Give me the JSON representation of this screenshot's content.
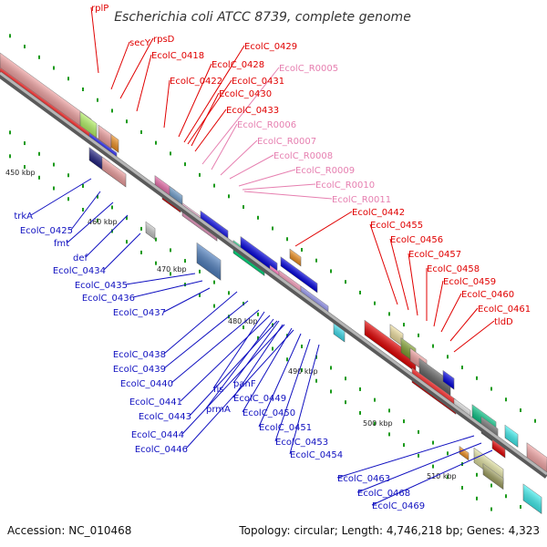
{
  "title": "Escherichia coli ATCC 8739, complete genome",
  "accession": "Accession: NC_010468",
  "topology": "Topology: circular; Length: 4,746,218 bp; Genes: 4,323",
  "colors": {
    "red": "#e00000",
    "pink": "#e67fb0",
    "blue": "#1010c0",
    "backbone": "#888888"
  },
  "ticks": [
    "450 kbp",
    "460 kbp",
    "470 kbp",
    "480 kbp",
    "490 kbp",
    "500 kbp",
    "510 kbp"
  ],
  "labels_red": [
    "rplP",
    "secY",
    "rpsD",
    "EcolC_0418",
    "EcolC_0422",
    "EcolC_0428",
    "EcolC_0429",
    "EcolC_0430",
    "EcolC_0431",
    "EcolC_0433",
    "EcolC_0442",
    "EcolC_0455",
    "EcolC_0456",
    "EcolC_0457",
    "EcolC_0458",
    "EcolC_0459",
    "EcolC_0460",
    "EcolC_0461",
    "tldD"
  ],
  "labels_pink": [
    "EcolC_R0005",
    "EcolC_R0006",
    "EcolC_R0007",
    "EcolC_R0008",
    "EcolC_R0009",
    "EcolC_R0010",
    "EcolC_R0011"
  ],
  "labels_blue": [
    "trkA",
    "EcolC_0425",
    "fmt",
    "def",
    "EcolC_0434",
    "EcolC_0435",
    "EcolC_0436",
    "EcolC_0437",
    "EcolC_0438",
    "EcolC_0439",
    "EcolC_0440",
    "EcolC_0441",
    "fis",
    "EcolC_0443",
    "prmA",
    "EcolC_0444",
    "EcolC_0446",
    "panF",
    "EcolC_0449",
    "EcolC_0450",
    "EcolC_0451",
    "EcolC_0453",
    "EcolC_0454",
    "EcolC_0463",
    "EcolC_0468",
    "EcolC_0469"
  ]
}
